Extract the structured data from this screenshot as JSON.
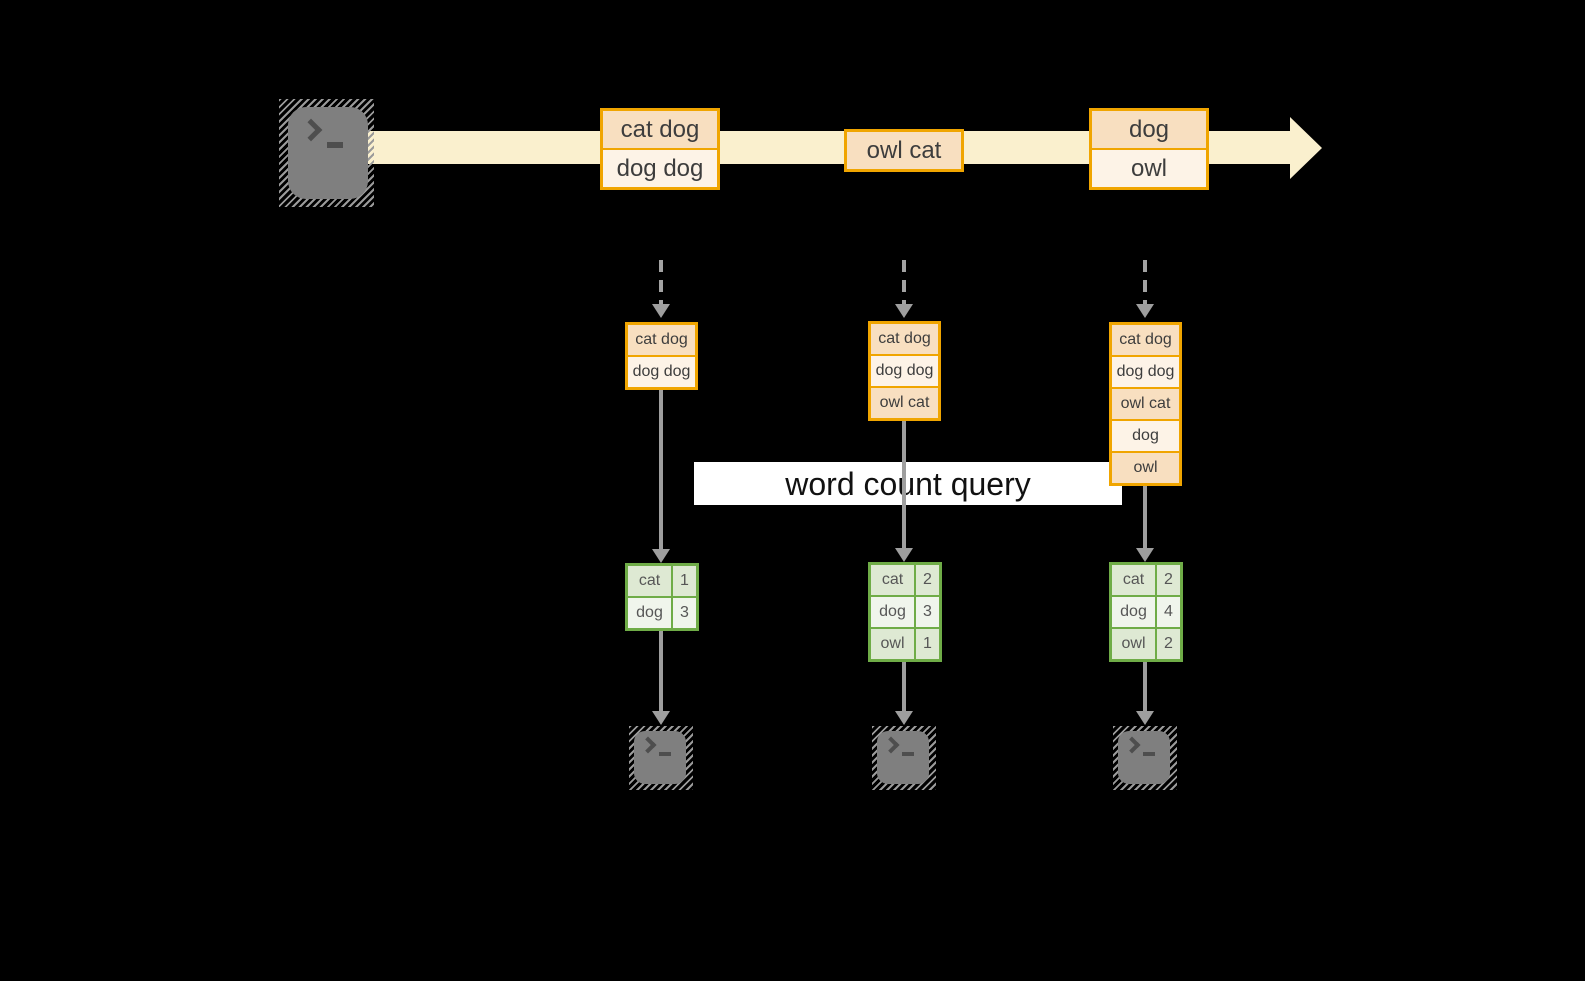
{
  "query_label": "word count query",
  "source": {
    "icon": "terminal-icon"
  },
  "stream": {
    "events": [
      {
        "rows": [
          "cat dog",
          "dog dog"
        ]
      },
      {
        "rows": [
          "owl cat"
        ]
      },
      {
        "rows": [
          "dog",
          "owl"
        ]
      }
    ]
  },
  "columns": [
    {
      "buffered_rows": [
        "cat dog",
        "dog dog"
      ],
      "counts": [
        {
          "word": "cat",
          "count": "1"
        },
        {
          "word": "dog",
          "count": "3"
        }
      ],
      "sink_icon": "terminal-icon"
    },
    {
      "buffered_rows": [
        "cat dog",
        "dog dog",
        "owl cat"
      ],
      "counts": [
        {
          "word": "cat",
          "count": "2"
        },
        {
          "word": "dog",
          "count": "3"
        },
        {
          "word": "owl",
          "count": "1"
        }
      ],
      "sink_icon": "terminal-icon"
    },
    {
      "buffered_rows": [
        "cat dog",
        "dog dog",
        "owl cat",
        "dog",
        "owl"
      ],
      "counts": [
        {
          "word": "cat",
          "count": "2"
        },
        {
          "word": "dog",
          "count": "4"
        },
        {
          "word": "owl",
          "count": "2"
        }
      ],
      "sink_icon": "terminal-icon"
    }
  ],
  "colors": {
    "background": "#000000",
    "stream_band": "#FAF0CE",
    "record_border": "#F0A500",
    "record_fill_dark": "#F8DFC0",
    "record_fill_light": "#FDF3E7",
    "table_border": "#6FAC47",
    "table_fill_dark": "#DEE9D3",
    "table_fill_light": "#F0F5EC",
    "arrow_gray": "#9E9E9E",
    "terminal_gray": "#7F7F7F",
    "query_label_bg": "#FFFFFF"
  }
}
